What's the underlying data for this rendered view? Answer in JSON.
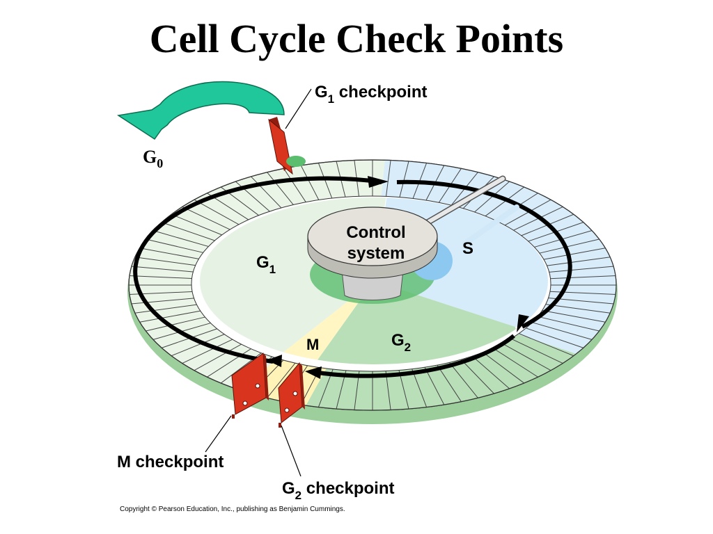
{
  "title": "Cell Cycle Check Points",
  "labels": {
    "g1_checkpoint": {
      "main": "G",
      "sub": "1",
      "rest": " checkpoint"
    },
    "m_checkpoint": "M checkpoint",
    "g2_checkpoint": {
      "main": "G",
      "sub": "2",
      "rest": " checkpoint"
    },
    "g0": {
      "main": "G",
      "sub": "0"
    },
    "control_system": [
      "Control",
      "system"
    ],
    "phases": {
      "g1": {
        "main": "G",
        "sub": "1"
      },
      "s": "S",
      "g2": {
        "main": "G",
        "sub": "2"
      },
      "m": "M"
    }
  },
  "copyright": "Copyright © Pearson Education, Inc., publishing as Benjamin Cummings.",
  "colors": {
    "g1_phase": "#e6f3e4",
    "s_phase": "#d7ecfb",
    "g2_phase": "#b9dfb9",
    "m_phase": "#fff6c4",
    "arrow_teal": "#1fc79a",
    "checkpoint_red": "#d9341e"
  }
}
